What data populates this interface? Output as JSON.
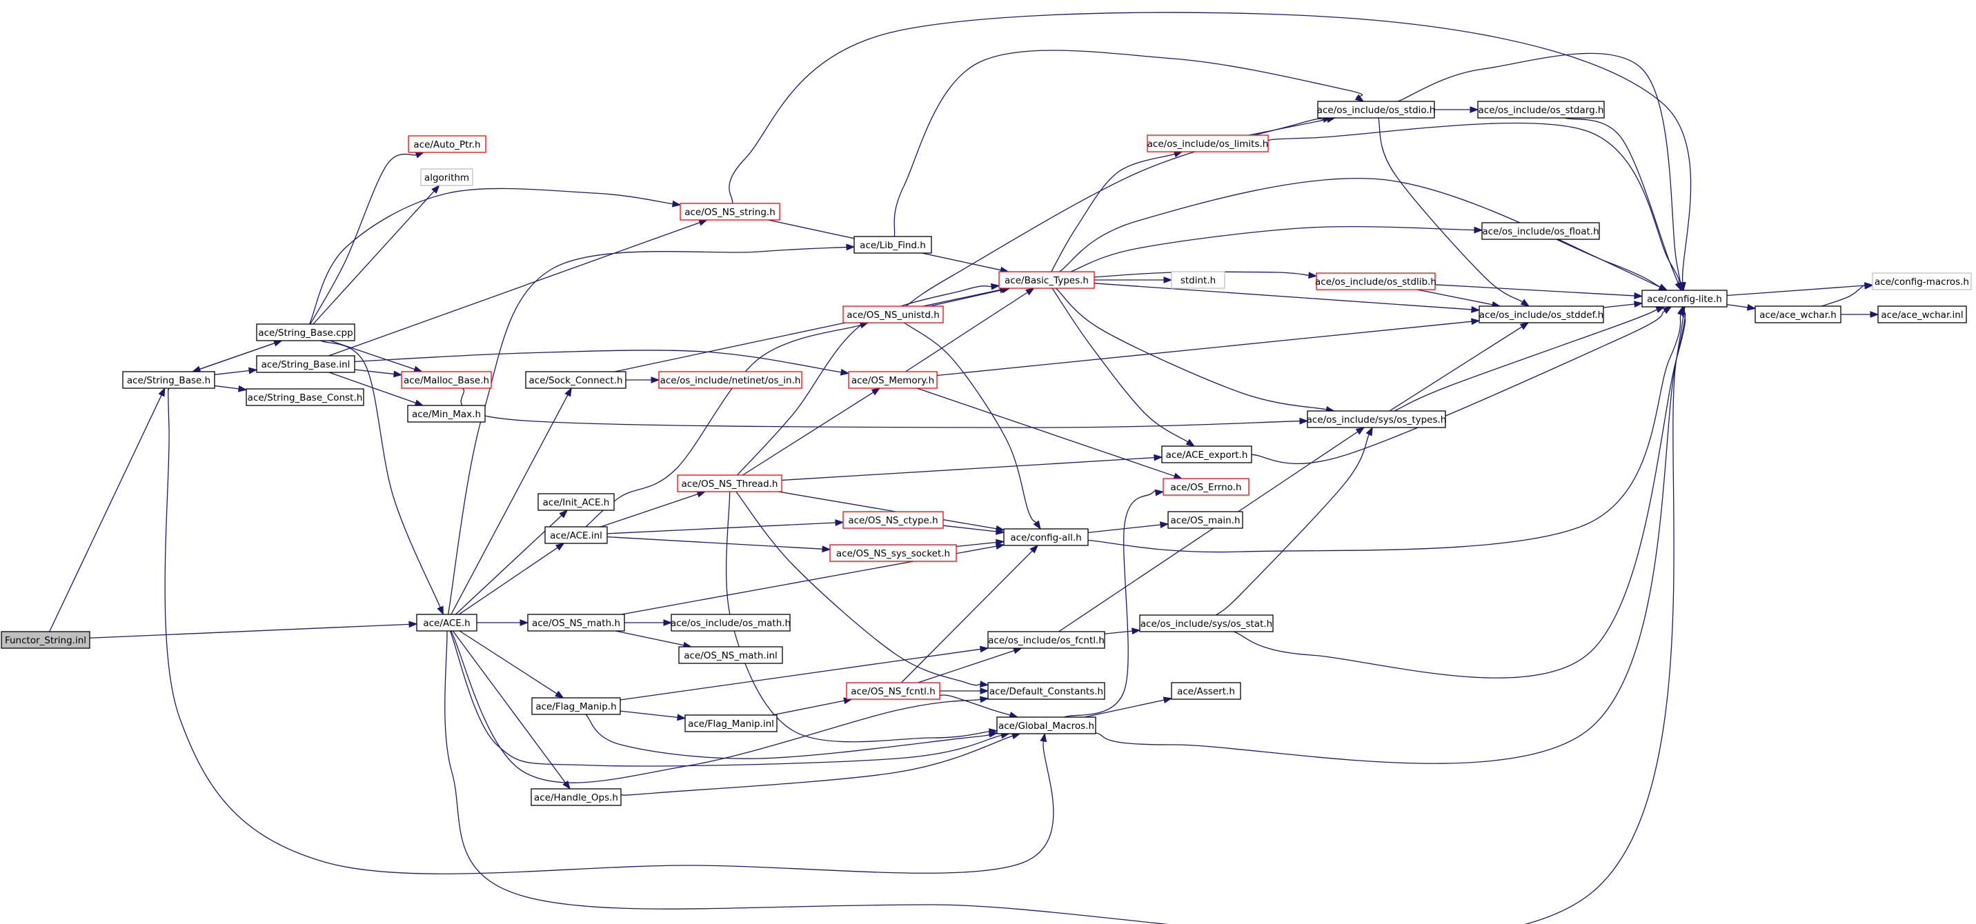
{
  "colors": {
    "edge": "#191970",
    "normal_border": "#000000",
    "truncated_border": "#ff0000",
    "external_border": "#bfbfbf",
    "root_fill": "#bfbfbf",
    "node_fill": "#ffffff"
  },
  "nodes": [
    {
      "id": "functor_string_inl",
      "label": "Functor_String.inl",
      "kind": "root"
    },
    {
      "id": "string_base_h",
      "label": "ace/String_Base.h",
      "kind": "normal"
    },
    {
      "id": "string_base_cpp",
      "label": "ace/String_Base.cpp",
      "kind": "normal"
    },
    {
      "id": "string_base_inl",
      "label": "ace/String_Base.inl",
      "kind": "normal"
    },
    {
      "id": "string_base_const_h",
      "label": "ace/String_Base_Const.h",
      "kind": "normal"
    },
    {
      "id": "auto_ptr_h",
      "label": "ace/Auto_Ptr.h",
      "kind": "truncated"
    },
    {
      "id": "algorithm",
      "label": "algorithm",
      "kind": "external"
    },
    {
      "id": "malloc_base_h",
      "label": "ace/Malloc_Base.h",
      "kind": "truncated"
    },
    {
      "id": "min_max_h",
      "label": "ace/Min_Max.h",
      "kind": "normal"
    },
    {
      "id": "os_ns_string_h",
      "label": "ace/OS_NS_string.h",
      "kind": "truncated"
    },
    {
      "id": "ace_h",
      "label": "ace/ACE.h",
      "kind": "normal"
    },
    {
      "id": "lib_find_h",
      "label": "ace/Lib_Find.h",
      "kind": "normal"
    },
    {
      "id": "sock_connect_h",
      "label": "ace/Sock_Connect.h",
      "kind": "normal"
    },
    {
      "id": "netinet_os_in_h",
      "label": "ace/os_include/netinet/os_in.h",
      "kind": "truncated"
    },
    {
      "id": "init_ace_h",
      "label": "ace/Init_ACE.h",
      "kind": "normal"
    },
    {
      "id": "ace_inl",
      "label": "ace/ACE.inl",
      "kind": "normal"
    },
    {
      "id": "os_ns_math_h",
      "label": "ace/OS_NS_math.h",
      "kind": "normal"
    },
    {
      "id": "os_math_h",
      "label": "ace/os_include/os_math.h",
      "kind": "normal"
    },
    {
      "id": "os_ns_math_inl",
      "label": "ace/OS_NS_math.inl",
      "kind": "normal"
    },
    {
      "id": "flag_manip_h",
      "label": "ace/Flag_Manip.h",
      "kind": "normal"
    },
    {
      "id": "flag_manip_inl",
      "label": "ace/Flag_Manip.inl",
      "kind": "normal"
    },
    {
      "id": "handle_ops_h",
      "label": "ace/Handle_Ops.h",
      "kind": "normal"
    },
    {
      "id": "os_ns_unistd_h",
      "label": "ace/OS_NS_unistd.h",
      "kind": "truncated"
    },
    {
      "id": "os_ns_thread_h",
      "label": "ace/OS_NS_Thread.h",
      "kind": "truncated"
    },
    {
      "id": "os_memory_h",
      "label": "ace/OS_Memory.h",
      "kind": "truncated"
    },
    {
      "id": "os_ns_ctype_h",
      "label": "ace/OS_NS_ctype.h",
      "kind": "truncated"
    },
    {
      "id": "os_ns_sys_socket_h",
      "label": "ace/OS_NS_sys_socket.h",
      "kind": "truncated"
    },
    {
      "id": "os_ns_fcntl_h",
      "label": "ace/OS_NS_fcntl.h",
      "kind": "truncated"
    },
    {
      "id": "basic_types_h",
      "label": "ace/Basic_Types.h",
      "kind": "truncated"
    },
    {
      "id": "stdint_h",
      "label": "stdint.h",
      "kind": "external"
    },
    {
      "id": "config_all_h",
      "label": "ace/config-all.h",
      "kind": "normal"
    },
    {
      "id": "os_main_h",
      "label": "ace/OS_main.h",
      "kind": "normal"
    },
    {
      "id": "ace_export_h",
      "label": "ace/ACE_export.h",
      "kind": "normal"
    },
    {
      "id": "os_errno_h",
      "label": "ace/OS_Errno.h",
      "kind": "truncated"
    },
    {
      "id": "os_fcntl_h",
      "label": "ace/os_include/os_fcntl.h",
      "kind": "normal"
    },
    {
      "id": "default_constants_h",
      "label": "ace/Default_Constants.h",
      "kind": "normal"
    },
    {
      "id": "global_macros_h",
      "label": "ace/Global_Macros.h",
      "kind": "normal"
    },
    {
      "id": "assert_h",
      "label": "ace/Assert.h",
      "kind": "normal"
    },
    {
      "id": "os_limits_h",
      "label": "ace/os_include/os_limits.h",
      "kind": "truncated"
    },
    {
      "id": "os_stdio_h",
      "label": "ace/os_include/os_stdio.h",
      "kind": "normal"
    },
    {
      "id": "os_stdarg_h",
      "label": "ace/os_include/os_stdarg.h",
      "kind": "normal"
    },
    {
      "id": "os_float_h",
      "label": "ace/os_include/os_float.h",
      "kind": "normal"
    },
    {
      "id": "os_stdlib_h",
      "label": "ace/os_include/os_stdlib.h",
      "kind": "truncated"
    },
    {
      "id": "os_stddef_h",
      "label": "ace/os_include/os_stddef.h",
      "kind": "normal"
    },
    {
      "id": "sys_os_types_h",
      "label": "ace/os_include/sys/os_types.h",
      "kind": "normal"
    },
    {
      "id": "sys_os_stat_h",
      "label": "ace/os_include/sys/os_stat.h",
      "kind": "normal"
    },
    {
      "id": "config_lite_h",
      "label": "ace/config-lite.h",
      "kind": "normal"
    },
    {
      "id": "config_macros_h",
      "label": "ace/config-macros.h",
      "kind": "external"
    },
    {
      "id": "ace_wchar_h",
      "label": "ace/ace_wchar.h",
      "kind": "normal"
    },
    {
      "id": "ace_wchar_inl",
      "label": "ace/ace_wchar.inl",
      "kind": "normal"
    }
  ],
  "edges": [
    [
      "functor_string_inl",
      "string_base_h"
    ],
    [
      "functor_string_inl",
      "ace_h"
    ],
    [
      "string_base_h",
      "string_base_cpp"
    ],
    [
      "string_base_h",
      "string_base_inl"
    ],
    [
      "string_base_h",
      "string_base_const_h"
    ],
    [
      "string_base_h",
      "global_macros_h"
    ],
    [
      "string_base_cpp",
      "string_base_h"
    ],
    [
      "string_base_cpp",
      "auto_ptr_h"
    ],
    [
      "string_base_cpp",
      "algorithm"
    ],
    [
      "string_base_cpp",
      "os_ns_string_h"
    ],
    [
      "string_base_cpp",
      "malloc_base_h"
    ],
    [
      "string_base_cpp",
      "ace_h"
    ],
    [
      "string_base_inl",
      "malloc_base_h"
    ],
    [
      "string_base_inl",
      "min_max_h"
    ],
    [
      "string_base_inl",
      "os_ns_string_h"
    ],
    [
      "string_base_inl",
      "os_memory_h"
    ],
    [
      "malloc_base_h",
      "sys_os_types_h"
    ],
    [
      "os_ns_string_h",
      "basic_types_h"
    ],
    [
      "os_ns_string_h",
      "config_lite_h"
    ],
    [
      "ace_h",
      "lib_find_h"
    ],
    [
      "ace_h",
      "sock_connect_h"
    ],
    [
      "ace_h",
      "init_ace_h"
    ],
    [
      "ace_h",
      "ace_inl"
    ],
    [
      "ace_h",
      "os_ns_math_h"
    ],
    [
      "ace_h",
      "flag_manip_h"
    ],
    [
      "ace_h",
      "handle_ops_h"
    ],
    [
      "ace_h",
      "global_macros_h"
    ],
    [
      "ace_h",
      "default_constants_h"
    ],
    [
      "ace_h",
      "config_lite_h"
    ],
    [
      "sock_connect_h",
      "netinet_os_in_h"
    ],
    [
      "sock_connect_h",
      "basic_types_h"
    ],
    [
      "lib_find_h",
      "os_stdio_h"
    ],
    [
      "ace_inl",
      "os_ns_thread_h"
    ],
    [
      "ace_inl",
      "os_ns_unistd_h"
    ],
    [
      "ace_inl",
      "os_ns_ctype_h"
    ],
    [
      "ace_inl",
      "os_ns_sys_socket_h"
    ],
    [
      "os_ns_math_h",
      "os_math_h"
    ],
    [
      "os_ns_math_h",
      "os_ns_math_inl"
    ],
    [
      "os_ns_math_h",
      "config_all_h"
    ],
    [
      "flag_manip_h",
      "flag_manip_inl"
    ],
    [
      "flag_manip_h",
      "os_fcntl_h"
    ],
    [
      "flag_manip_h",
      "global_macros_h"
    ],
    [
      "flag_manip_inl",
      "os_ns_fcntl_h"
    ],
    [
      "handle_ops_h",
      "global_macros_h"
    ],
    [
      "os_ns_unistd_h",
      "basic_types_h"
    ],
    [
      "os_ns_unistd_h",
      "config_all_h"
    ],
    [
      "os_ns_unistd_h",
      "os_stdio_h"
    ],
    [
      "os_ns_thread_h",
      "basic_types_h"
    ],
    [
      "os_ns_thread_h",
      "os_memory_h"
    ],
    [
      "os_ns_thread_h",
      "ace_export_h"
    ],
    [
      "os_ns_thread_h",
      "config_all_h"
    ],
    [
      "os_ns_thread_h",
      "default_constants_h"
    ],
    [
      "os_ns_thread_h",
      "global_macros_h"
    ],
    [
      "os_memory_h",
      "basic_types_h"
    ],
    [
      "os_memory_h",
      "os_errno_h"
    ],
    [
      "os_memory_h",
      "os_stddef_h"
    ],
    [
      "os_ns_ctype_h",
      "config_all_h"
    ],
    [
      "os_ns_sys_socket_h",
      "config_all_h"
    ],
    [
      "os_ns_fcntl_h",
      "config_all_h"
    ],
    [
      "os_ns_fcntl_h",
      "default_constants_h"
    ],
    [
      "os_ns_fcntl_h",
      "global_macros_h"
    ],
    [
      "os_ns_fcntl_h",
      "os_fcntl_h"
    ],
    [
      "basic_types_h",
      "stdint_h"
    ],
    [
      "basic_types_h",
      "os_limits_h"
    ],
    [
      "basic_types_h",
      "os_float_h"
    ],
    [
      "basic_types_h",
      "os_stdlib_h"
    ],
    [
      "basic_types_h",
      "os_stddef_h"
    ],
    [
      "basic_types_h",
      "sys_os_types_h"
    ],
    [
      "basic_types_h",
      "ace_export_h"
    ],
    [
      "basic_types_h",
      "config_lite_h"
    ],
    [
      "config_all_h",
      "os_main_h"
    ],
    [
      "config_all_h",
      "config_lite_h"
    ],
    [
      "ace_export_h",
      "config_lite_h"
    ],
    [
      "global_macros_h",
      "assert_h"
    ],
    [
      "global_macros_h",
      "os_errno_h"
    ],
    [
      "global_macros_h",
      "config_lite_h"
    ],
    [
      "os_fcntl_h",
      "sys_os_types_h"
    ],
    [
      "os_fcntl_h",
      "sys_os_stat_h"
    ],
    [
      "sys_os_stat_h",
      "sys_os_types_h"
    ],
    [
      "sys_os_stat_h",
      "config_lite_h"
    ],
    [
      "os_limits_h",
      "os_stdio_h"
    ],
    [
      "os_limits_h",
      "config_lite_h"
    ],
    [
      "os_stdio_h",
      "os_stdarg_h"
    ],
    [
      "os_stdio_h",
      "os_stddef_h"
    ],
    [
      "os_stdio_h",
      "config_lite_h"
    ],
    [
      "os_stdarg_h",
      "config_lite_h"
    ],
    [
      "os_float_h",
      "config_lite_h"
    ],
    [
      "os_stdlib_h",
      "os_stddef_h"
    ],
    [
      "os_stdlib_h",
      "config_lite_h"
    ],
    [
      "os_stddef_h",
      "config_lite_h"
    ],
    [
      "sys_os_types_h",
      "os_stddef_h"
    ],
    [
      "sys_os_types_h",
      "config_lite_h"
    ],
    [
      "config_lite_h",
      "config_macros_h"
    ],
    [
      "config_lite_h",
      "ace_wchar_h"
    ],
    [
      "ace_wchar_h",
      "ace_wchar_inl"
    ],
    [
      "ace_wchar_h",
      "config_macros_h"
    ]
  ]
}
